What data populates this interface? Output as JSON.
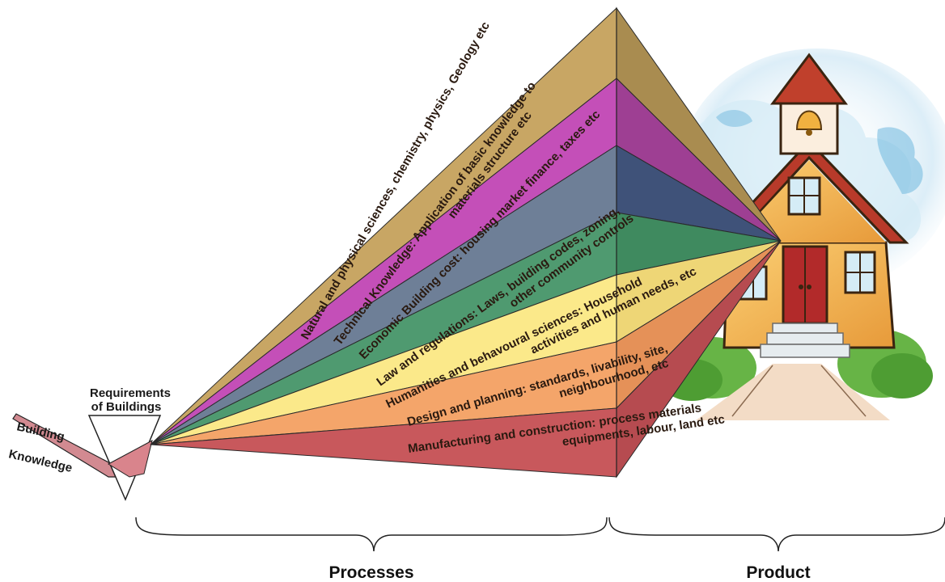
{
  "input": {
    "line1": "Building",
    "line2": "Knowledge"
  },
  "requirements": {
    "line1": "Requirements",
    "line2": "of Buildings"
  },
  "bands": [
    {
      "line1": "Natural and physical sciences, chemistry, physics, Geology etc",
      "line2": "",
      "color": "#c8a664",
      "color_dark": "#a98c50"
    },
    {
      "line1": "Technical Knowledge: Application of basic knowledge to",
      "line2": "materials structure etc",
      "color": "#c44fb8",
      "color_dark": "#9e3f93"
    },
    {
      "line1": "Economic Building cost: housing market finance, taxes etc",
      "line2": "",
      "color": "#6e7f97",
      "color_dark": "#3f5279"
    },
    {
      "line1": "Law and regulations: Laws, building codes, zoning,",
      "line2": "other community controls",
      "color": "#4f9a70",
      "color_dark": "#3f8a5f"
    },
    {
      "line1": "Humanities and behavoural sciences: Household",
      "line2": "activities and human needs, etc",
      "color": "#fbe98a",
      "color_dark": "#eed676"
    },
    {
      "line1": "Design and planning: standards, livability, site,",
      "line2": "neighbourhood, etc",
      "color": "#f4a56a",
      "color_dark": "#e59158"
    },
    {
      "line1": "Manufacturing and construction: process materials",
      "line2": "equipments, labour, land etc",
      "color": "#c8585c",
      "color_dark": "#b64b50"
    }
  ],
  "braces": {
    "processes": "Processes",
    "product": "Product"
  },
  "product_image": "schoolhouse-with-bell-tower"
}
